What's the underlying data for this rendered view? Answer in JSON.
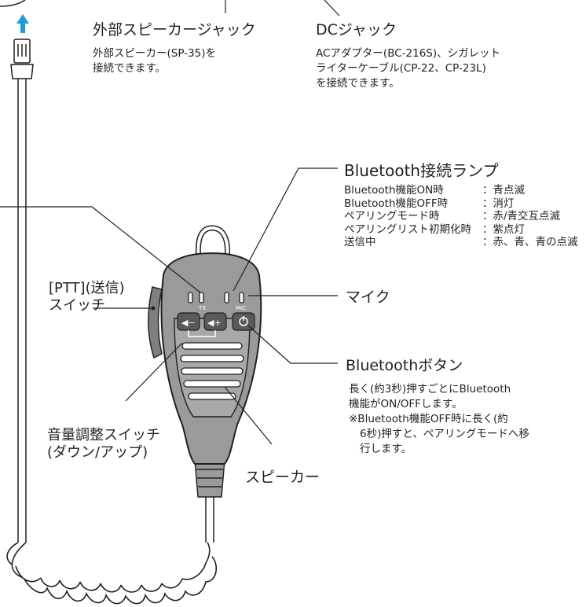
{
  "labels": {
    "ext_speaker_jack": {
      "title": "外部スピーカージャック",
      "desc": [
        "外部スピーカー(SP-35)を",
        "接続できます。"
      ]
    },
    "dc_jack": {
      "title": "DCジャック",
      "desc": [
        "ACアダプター(BC-216S)、シガレット",
        "ライターケーブル(CP-22、CP-23L)",
        "を接続できます。"
      ]
    },
    "bt_lamp": {
      "title": "Bluetooth接続ランプ",
      "rows": [
        {
          "state": "Bluetooth機能ON時",
          "value": "：青点滅"
        },
        {
          "state": "Bluetooth機能OFF時",
          "value": "：消灯"
        },
        {
          "state": "ペアリングモード時",
          "value": "：赤/青交互点滅"
        },
        {
          "state": "ペアリングリスト初期化時",
          "value": "：紫点灯"
        },
        {
          "state": "送信中",
          "value": "：赤、青、青の点滅"
        }
      ]
    },
    "ptt": {
      "line1": "[PTT](送信)",
      "line2": "スイッチ"
    },
    "mic": {
      "title": "マイク"
    },
    "bt_button": {
      "title": "Bluetoothボタン",
      "desc": [
        "長く(約3秒)押すごとにBluetooth",
        "機能がON/OFFします。",
        "※Bluetooth機能OFF時に長く(約",
        "6秒)押すと、ペアリングモードへ移",
        "行します。"
      ]
    },
    "volume": {
      "line1": "音量調整スイッチ",
      "line2": "(ダウン/アップ)"
    },
    "speaker": {
      "title": "スピーカー"
    }
  },
  "device": {
    "tx_label": "TX",
    "mic_label": "MIC",
    "vol_down": "◀−",
    "vol_up": "◀+"
  },
  "colors": {
    "arrow": "#1e9bd7",
    "body": "#9a9a9a",
    "outline": "#231f20"
  }
}
